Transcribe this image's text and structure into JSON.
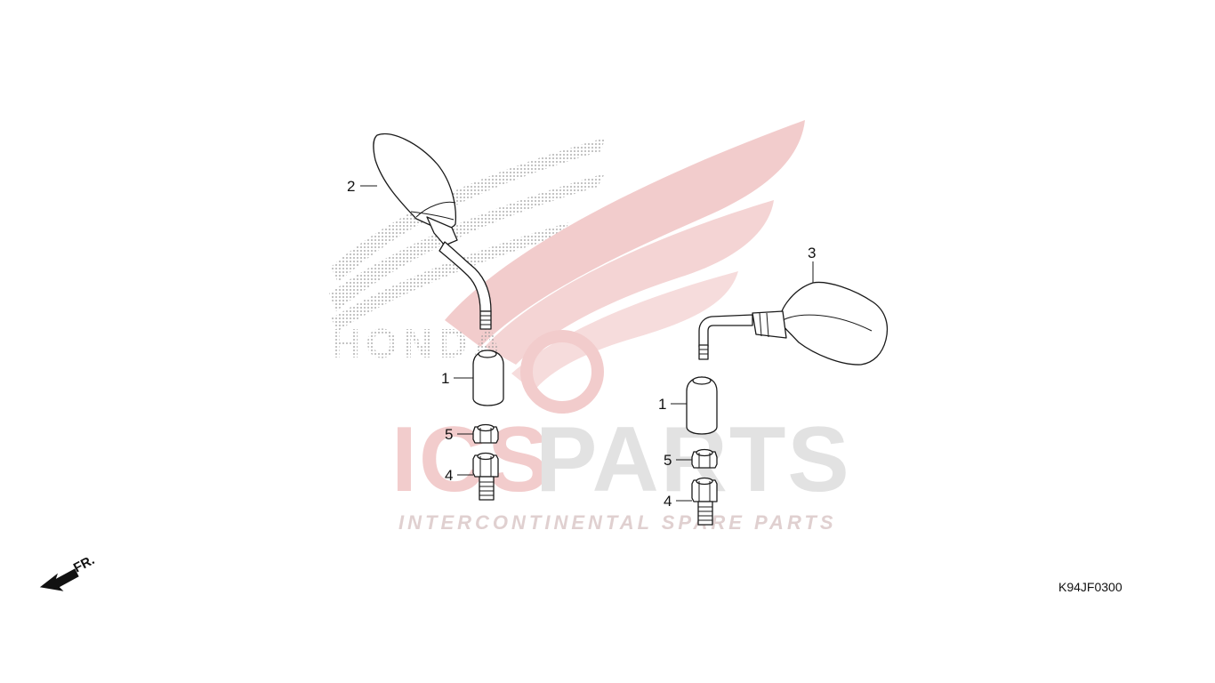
{
  "diagram": {
    "code": "K94JF0300",
    "direction_label": "FR.",
    "callouts": {
      "left_mirror": "2",
      "right_mirror": "3",
      "left_cover": "1",
      "right_cover": "1",
      "left_nut": "5",
      "right_nut": "5",
      "left_adapter": "4",
      "right_adapter": "4"
    }
  },
  "watermark": {
    "brand_prefix": "ICS",
    "brand_suffix": "PARTS",
    "tagline": "INTERCONTINENTAL SPARE PARTS",
    "logo_text": "HONDA",
    "colors": {
      "red": "#f0c8c8",
      "grey": "#dcdcdc",
      "dots": "#9a9a9a"
    }
  }
}
